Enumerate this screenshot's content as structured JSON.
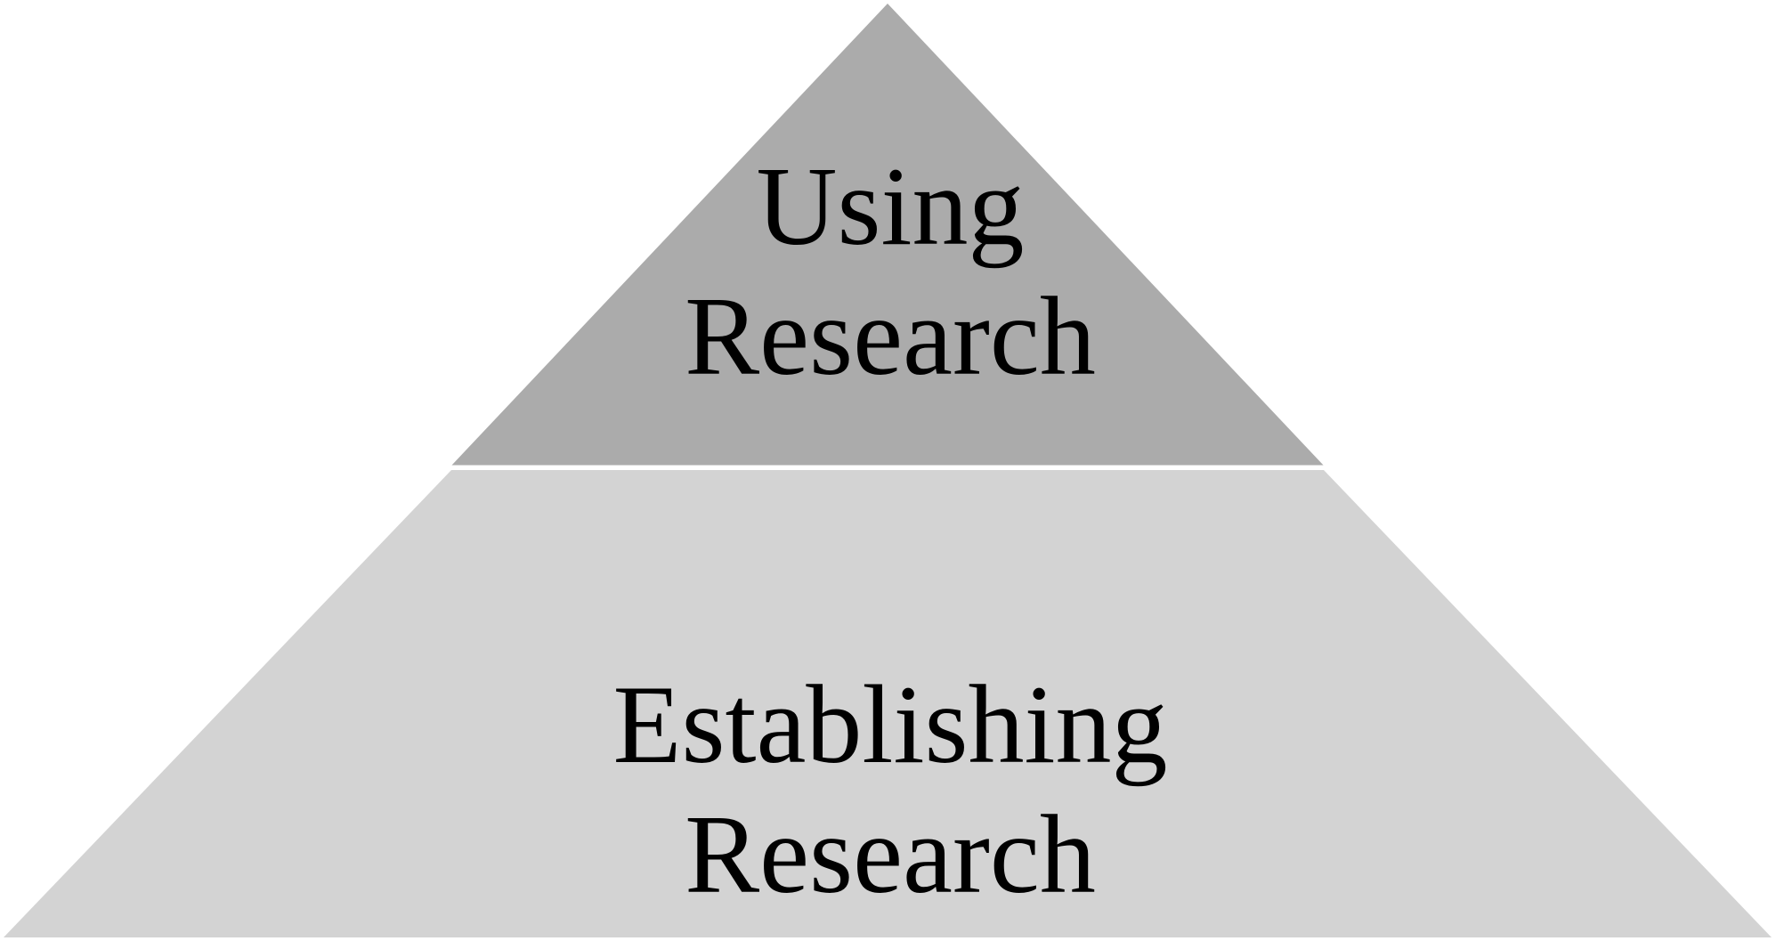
{
  "diagram": {
    "type": "pyramid",
    "tiers": [
      {
        "id": "top",
        "lines": [
          "Using",
          "Research"
        ],
        "color": "#ababab"
      },
      {
        "id": "bottom",
        "lines": [
          "Establishing",
          "Research"
        ],
        "color": "#d3d3d3"
      }
    ],
    "separator_color": "#ffffff",
    "text_color": "#000000"
  }
}
